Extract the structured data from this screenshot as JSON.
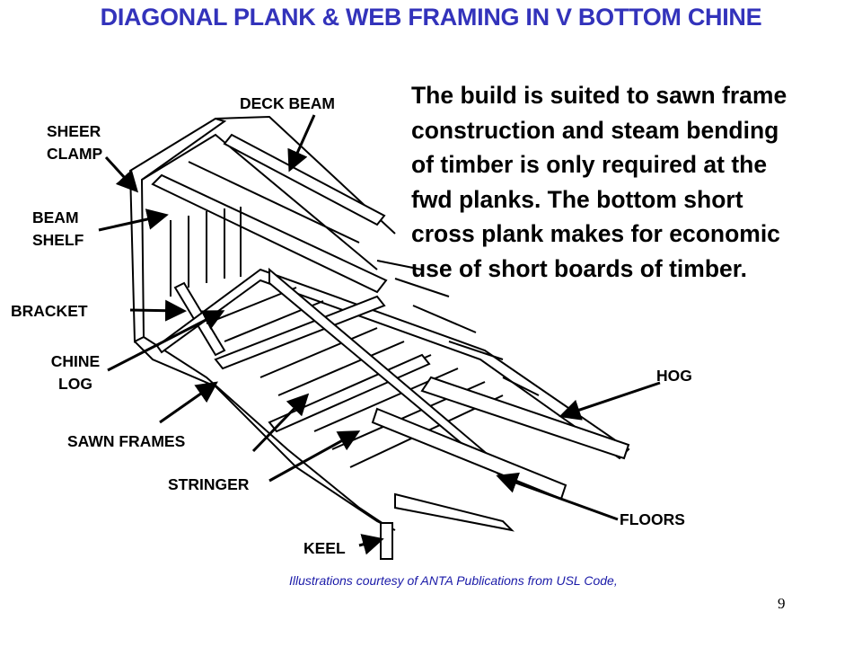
{
  "title": "DIAGONAL PLANK & WEB FRAMING IN V BOTTOM CHINE",
  "description_lines": [
    "The build is suited to sawn frame",
    "construction and steam bending",
    "of timber is only required at the",
    "fwd planks. The bottom  short",
    "cross plank makes for economic",
    " use of  short boards of timber."
  ],
  "labels": {
    "deck_beam": "DECK BEAM",
    "sheer_clamp": [
      "SHEER",
      "CLAMP"
    ],
    "beam_shelf": [
      "BEAM",
      "SHELF"
    ],
    "bracket": "BRACKET",
    "chine_log": [
      "CHINE",
      "LOG"
    ],
    "sawn_frames": "SAWN FRAMES",
    "stringer": "STRINGER",
    "keel": "KEEL",
    "floors": "FLOORS",
    "hog": "HOG"
  },
  "caption": "Illustrations courtesy of ANTA Publications from USL Code,",
  "page_number": "9",
  "colors": {
    "title": "#3333bb",
    "caption": "#1a1aa8"
  }
}
